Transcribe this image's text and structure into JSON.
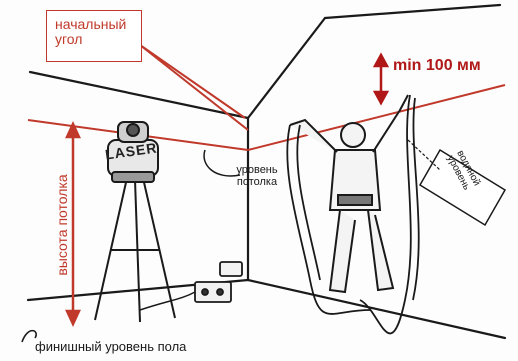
{
  "labels": {
    "start_angle": "начальный угол",
    "min_distance": "min 100 мм",
    "ceiling_level": "уровень потолка",
    "ceiling_height": "высота потолка",
    "finish_floor_level": "финишный уровень пола",
    "water_level": "водяной уровень",
    "laser": "LASER"
  },
  "colors": {
    "accent_red": "#c0392b",
    "arrow_red": "#b01818",
    "ink": "#1a1a1a"
  }
}
